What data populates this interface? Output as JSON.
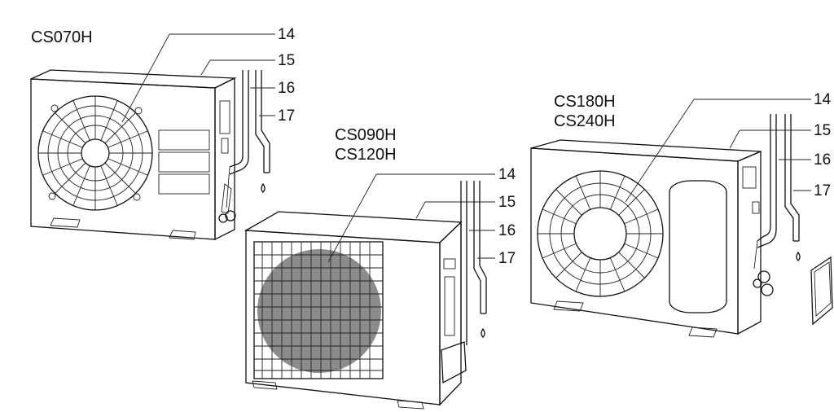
{
  "units": [
    {
      "id": "unit-a",
      "models": [
        "CS070H"
      ],
      "callouts": [
        "14",
        "15",
        "16",
        "17"
      ]
    },
    {
      "id": "unit-b",
      "models": [
        "CS090H",
        "CS120H"
      ],
      "callouts": [
        "14",
        "15",
        "16",
        "17"
      ]
    },
    {
      "id": "unit-c",
      "models": [
        "CS180H",
        "CS240H"
      ],
      "callouts": [
        "14",
        "15",
        "16",
        "17"
      ]
    }
  ],
  "colors": {
    "line": "#111111",
    "shade": "#8c8c8c",
    "panel": "#f2f2f2",
    "background": "#ffffff"
  },
  "icons": [
    "fan-grille-icon",
    "refrigerant-pipe-icon",
    "drain-hose-icon",
    "water-drop-icon",
    "mounting-foot-icon"
  ]
}
